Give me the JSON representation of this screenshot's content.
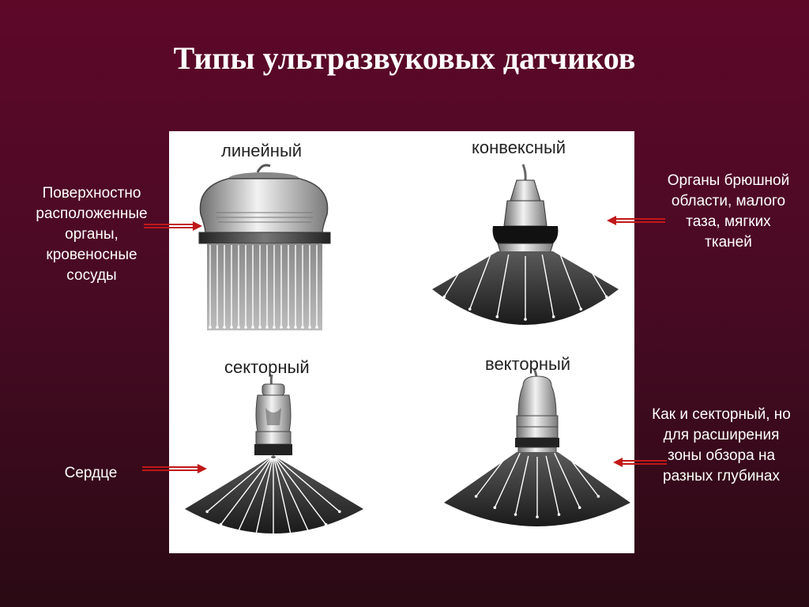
{
  "slide": {
    "title": "Типы ультразвуковых датчиков"
  },
  "probes": {
    "linear": "линейный",
    "convex": "конвексный",
    "sector": "секторный",
    "vector": "векторный"
  },
  "notes": {
    "linear": "Поверхностно расположенные органы, кровеносные сосуды",
    "convex": "Органы брюшной области, малого таза, мягких тканей",
    "sector": "Сердце",
    "vector": "Как и секторный, но для расширения зоны обзора на разных глубинах"
  },
  "colors": {
    "background": "#5e0828",
    "arrow": "#c01818",
    "panel": "#ffffff"
  }
}
